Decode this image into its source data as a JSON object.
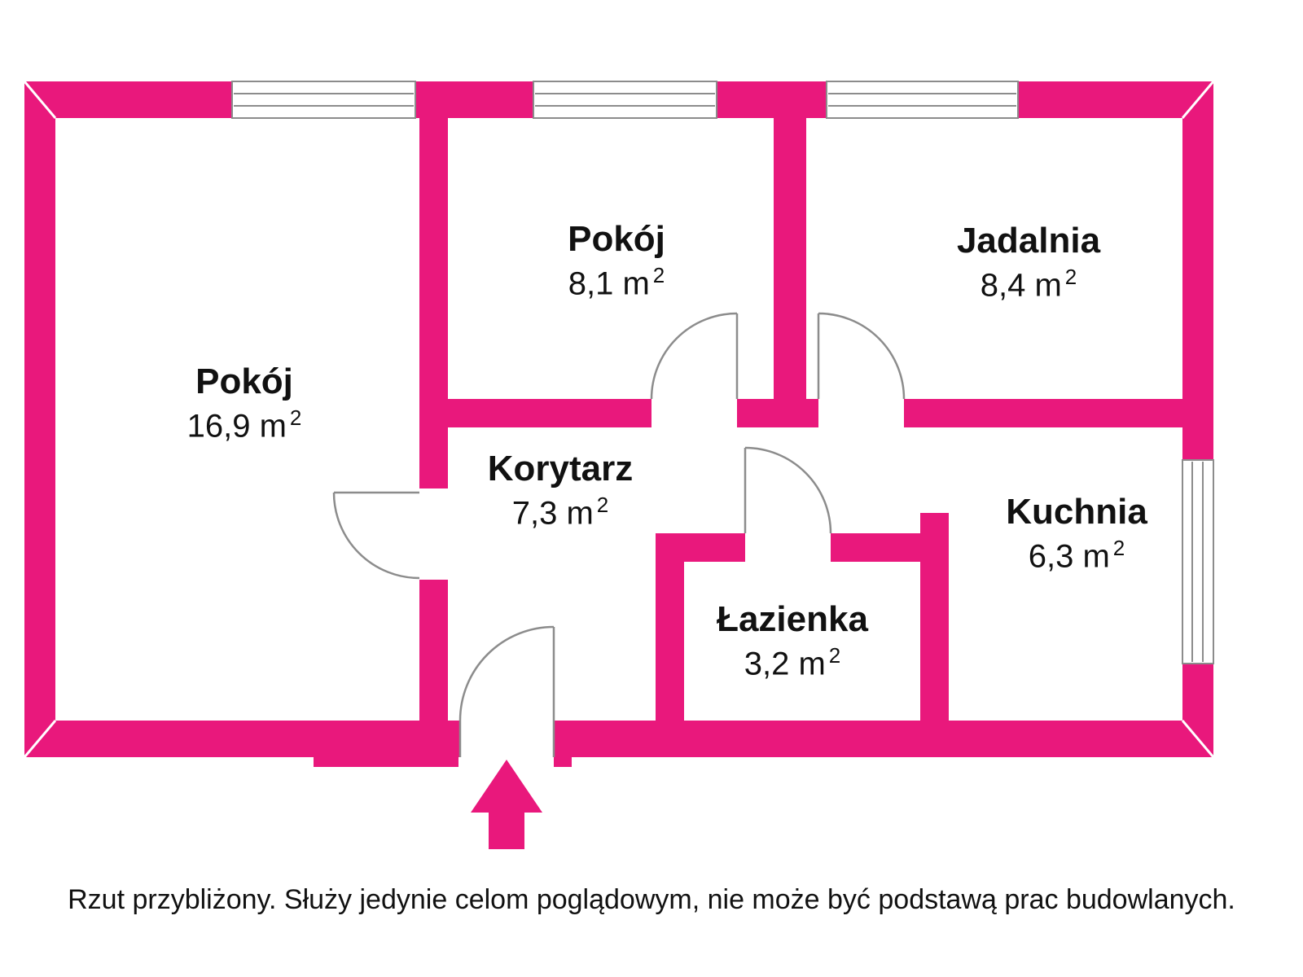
{
  "colors": {
    "wall": "#e9187c",
    "line": "#8c8c8c",
    "text": "#111111"
  },
  "plan": {
    "rooms": [
      {
        "id": "pokoj-duzy",
        "name": "Pokój",
        "area": "16,9 m",
        "sup": "2"
      },
      {
        "id": "pokoj-maly",
        "name": "Pokój",
        "area": "8,1 m",
        "sup": "2"
      },
      {
        "id": "jadalnia",
        "name": "Jadalnia",
        "area": "8,4 m",
        "sup": "2"
      },
      {
        "id": "korytarz",
        "name": "Korytarz",
        "area": "7,3 m",
        "sup": "2"
      },
      {
        "id": "lazienka",
        "name": "Łazienka",
        "area": "3,2 m",
        "sup": "2"
      },
      {
        "id": "kuchnia",
        "name": "Kuchnia",
        "area": "6,3 m",
        "sup": "2"
      }
    ],
    "entrance_direction": "up"
  },
  "footer": {
    "disclaimer": "Rzut przybliżony. Służy jedynie celom poglądowym, nie może być podstawą prac budowlanych."
  }
}
